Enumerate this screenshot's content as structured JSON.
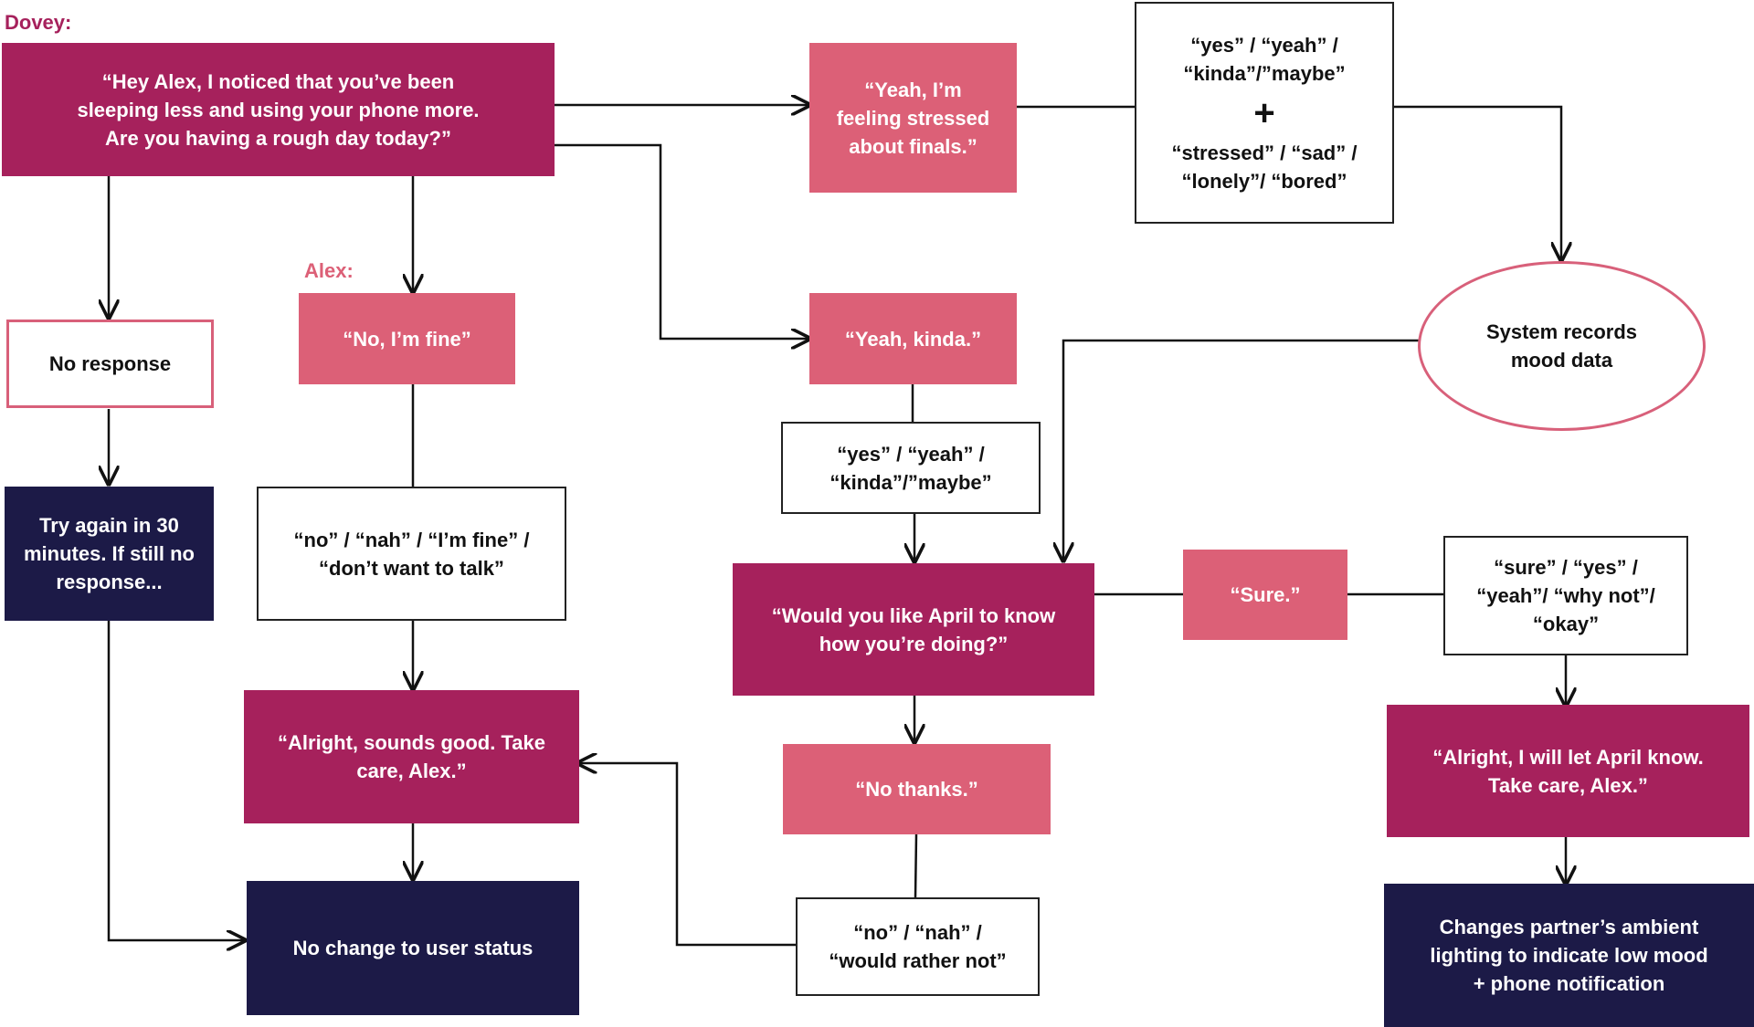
{
  "speakers": {
    "dovey": "Dovey:",
    "alex": "Alex:"
  },
  "colors": {
    "dark_pink": "#A6215C",
    "light_pink": "#DC6077",
    "navy": "#1C1A47",
    "outline_pink": "#D8607A"
  },
  "nodes": {
    "dovey_question": "“Hey Alex, I noticed that you’ve been\nsleeping less and using your phone more.\nAre you having a rough day today?”",
    "no_response": "No response",
    "try_again": "Try again in 30\nminutes. If still no\nresponse...",
    "alex_fine": "“No, I’m fine”",
    "no_keywords": "“no” / “nah” / “I’m fine” /\n“don’t want to talk”",
    "alright_take_care": "“Alright, sounds good. Take\ncare, Alex.”",
    "no_change": "No change to user status",
    "yeah_stressed": "“Yeah, I’m\nfeeling stressed\nabout finals.”",
    "yeah_kinda": "“Yeah, kinda.”",
    "yes_keywords_mid": "“yes” / “yeah” /\n“kinda”/”maybe”",
    "would_you_like": "“Would you like April to know\nhow you’re doing?”",
    "no_thanks": "“No thanks.”",
    "no_rather_not": "“no” / “nah” /\n“would rather not”",
    "yes_keywords_top": "“yes” / “yeah” /\n“kinda”/”maybe”",
    "plus": "+",
    "mood_keywords": "“stressed” / “sad” /\n“lonely”/ “bored”",
    "system_records": "System records\nmood data",
    "sure": "“Sure.”",
    "sure_keywords": "“sure” / “yes” /\n“yeah”/ “why not”/\n“okay”",
    "will_let_april": "“Alright, I will let April know.\nTake care, Alex.”",
    "changes_lighting": "Changes partner’s ambient\nlighting to indicate low mood\n+ phone notification"
  }
}
